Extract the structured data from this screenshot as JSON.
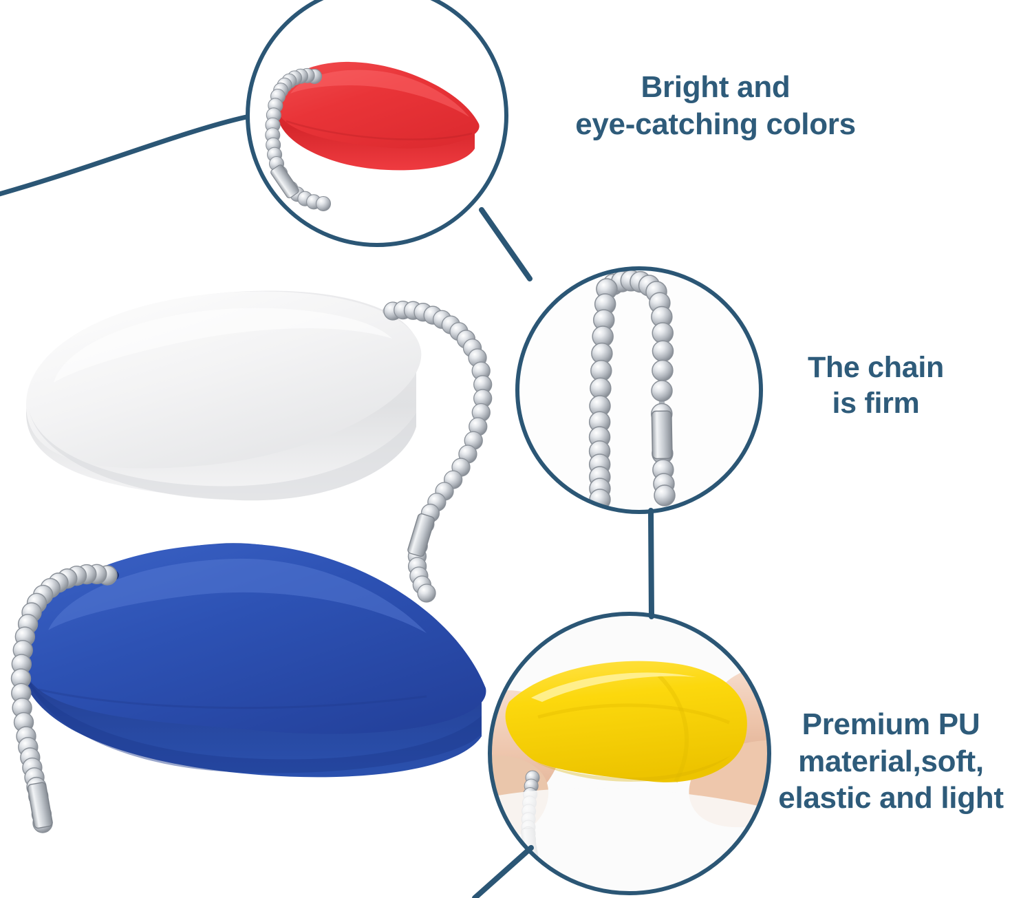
{
  "page": {
    "type": "product-feature-infographic",
    "background_color": "#ffffff",
    "accent_color": "#2e5b7a",
    "line_color": "#2b5675"
  },
  "captions": [
    {
      "id": "colors",
      "text": "Bright and\neye-catching colors",
      "color": "#2e5b7a"
    },
    {
      "id": "chain",
      "text": "The chain\nis firm",
      "color": "#2e5b7a"
    },
    {
      "id": "material",
      "text": "Premium PU\nmaterial,soft,\nelastic and light",
      "color": "#2e5b7a"
    }
  ],
  "callouts": [
    {
      "id": "red-float",
      "subject": "red floating keychain with ball chain",
      "product_color": "#e83338",
      "ring_color": "#2b5675"
    },
    {
      "id": "ball-chain",
      "subject": "close-up of silver ball chain with connector clasp",
      "product_color": "#c9ccd1",
      "ring_color": "#2b5675"
    },
    {
      "id": "squeeze-test",
      "subject": "yellow float being bent between two fingers",
      "product_color": "#f7d117",
      "ring_color": "#2b5675"
    }
  ],
  "products": [
    {
      "id": "white-float",
      "label": "White floating keychain",
      "color": "#f0f0f1",
      "chain_color": "#c0c4c9"
    },
    {
      "id": "blue-float",
      "label": "Blue floating keychain",
      "color": "#2b4faf",
      "chain_color": "#c0c4c9"
    }
  ]
}
